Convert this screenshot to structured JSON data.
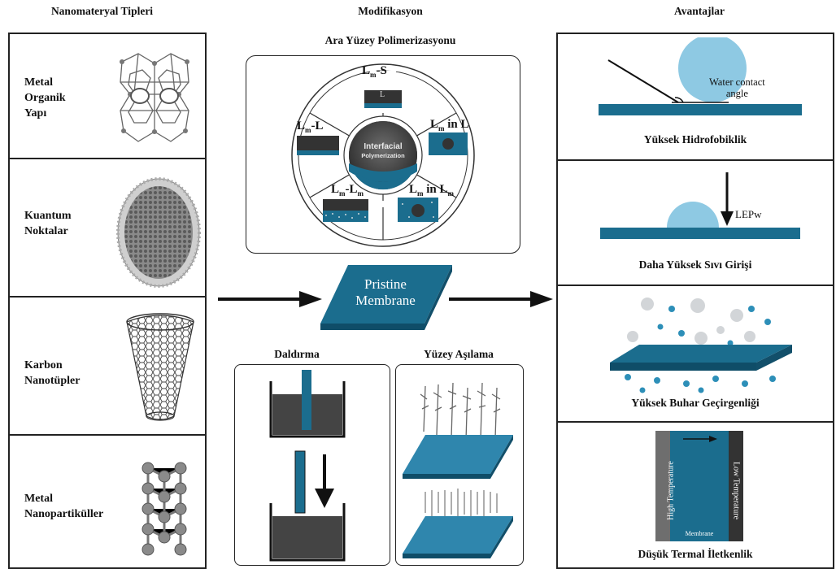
{
  "headers": {
    "left": "Nanomateryal Tipleri",
    "center": "Modifikasyon",
    "right": "Avantajlar"
  },
  "nanomaterials": [
    {
      "line1": "Metal",
      "line2": "Organik",
      "line3": "Yapı"
    },
    {
      "line1": "Kuantum",
      "line2": "Noktalar",
      "line3": ""
    },
    {
      "line1": "Karbon",
      "line2": "Nanotüpler",
      "line3": ""
    },
    {
      "line1": "Metal",
      "line2": "Nanopartiküller",
      "line3": ""
    }
  ],
  "modification": {
    "interfacial_title": "Ara Yüzey Polimerizasyonu",
    "center_line1": "Interfacial",
    "center_line2": "Polymerization",
    "segments": {
      "top_main": "L",
      "top_sub": "m",
      "top_suffix": "-S",
      "left_main": "L",
      "left_sub": "m",
      "left_suffix": "-L",
      "right_main": "L",
      "right_sub": "m",
      "right_suffix": " in L",
      "bl_main": "L",
      "bl_sub": "m",
      "bl_mid": "-L",
      "bl_sub2": "m",
      "br_main": "L",
      "br_sub": "m",
      "br_mid": " in L",
      "br_sub2": "m",
      "chip_label": "L"
    },
    "pristine_line1": "Pristine",
    "pristine_line2": "Membrane",
    "dipping_title": "Daldırma",
    "grafting_title": "Yüzey Aşılama"
  },
  "advantages": [
    {
      "caption": "Yüksek Hidrofobiklik",
      "annotation1": "Water contact",
      "annotation2": "angle"
    },
    {
      "caption": "Daha Yüksek Sıvı Girişi",
      "annotation1": "LEPw"
    },
    {
      "caption": "Yüksek Buhar Geçirgenliği"
    },
    {
      "caption": "Düşük Termal İletkenlik",
      "high": "High Temperature",
      "low": "Low Temperature",
      "membrane": "Membrane"
    }
  ],
  "colors": {
    "membrane_blue": "#1b6d8e",
    "membrane_dark": "#0f4d68",
    "droplet": "#8ec9e3",
    "dot_blue": "#2d8fb8",
    "dot_gray": "#d2d5d8",
    "liquid_dark": "#3f3f3f",
    "arrow": "#111111"
  }
}
